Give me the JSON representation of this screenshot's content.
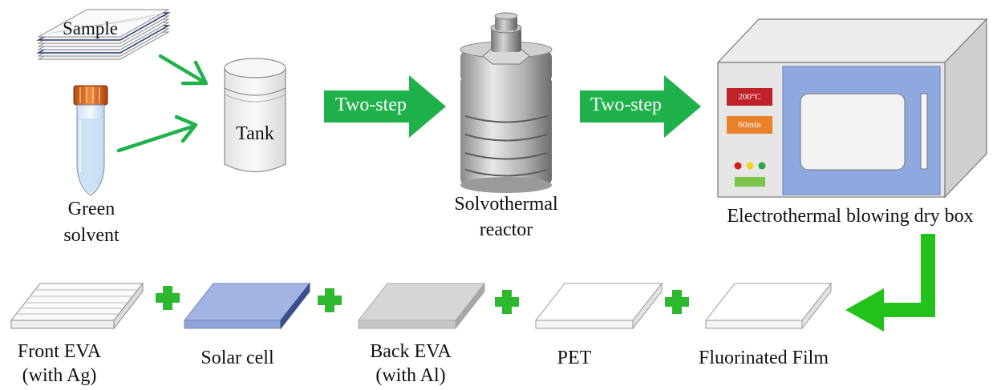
{
  "labels": {
    "sample": "Sample",
    "green_solvent_line1": "Green",
    "green_solvent_line2": "solvent",
    "tank": "Tank",
    "step_arrow_1": "Two-step",
    "step_arrow_2": "Two-step",
    "reactor_line1": "Solvothermal",
    "reactor_line2": "reactor",
    "dry_box": "Electrothermal blowing dry box",
    "temperature": "200°C",
    "time": "60min"
  },
  "layers": [
    {
      "line1": "Front EVA",
      "line2": "(with Ag)"
    },
    {
      "line1": "Solar cell",
      "line2": ""
    },
    {
      "line1": "Back EVA",
      "line2": "(with Al)"
    },
    {
      "line1": "PET",
      "line2": ""
    },
    {
      "line1": "Fluorinated Film",
      "line2": ""
    }
  ],
  "colors": {
    "arrow_green": "#1fb24a",
    "big_arrow_green": "#22c21a",
    "plus_green": "#2db82d",
    "oven_door": "#8fa9e0",
    "temp_display": "#c0222a",
    "time_display": "#e8812a",
    "solar_cell": "#a3b4e3",
    "back_eva": "#d6d6d6"
  }
}
